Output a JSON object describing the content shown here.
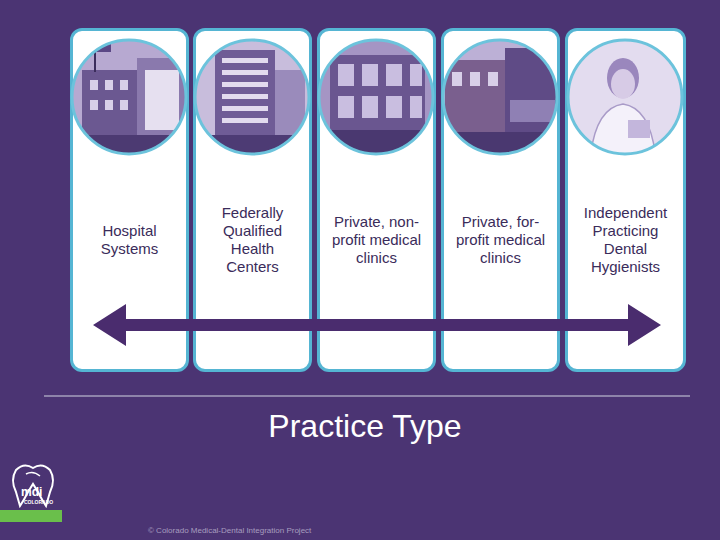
{
  "diagram": {
    "nodes": [
      {
        "text": [
          "Hospital Systems"
        ]
      },
      {
        "text": [
          "Federally Qualified Health Centers"
        ]
      },
      {
        "text": [
          "Private, non-profit medical clinics"
        ]
      },
      {
        "text": [
          "Private, for-profit medical clinics"
        ]
      },
      {
        "text": [
          "Independent Practicing Dental Hygienists"
        ]
      }
    ],
    "labels": [
      "Practice Type",
      "mdi",
      "COLORADO",
      "© Colorado Medical-Dental Integration Project"
    ]
  }
}
